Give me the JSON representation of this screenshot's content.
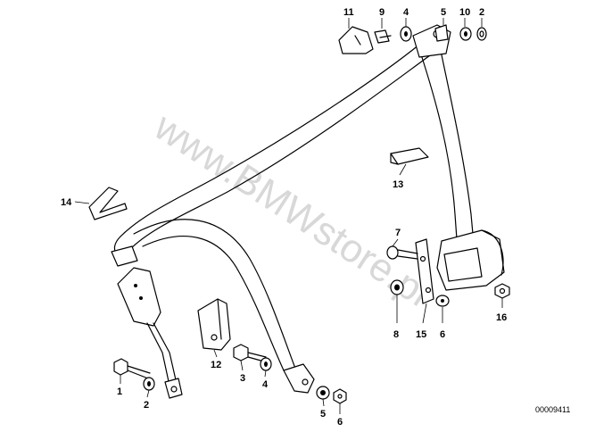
{
  "watermark": "www.BMWstore.pl",
  "reference_number": "00009411",
  "callouts": {
    "top_row": [
      "11",
      "9",
      "4",
      "5",
      "10",
      "2"
    ],
    "bottom_left": [
      "1",
      "2"
    ],
    "lower_middle": [
      "12",
      "3",
      "4"
    ],
    "lower_center": [
      "5",
      "6"
    ],
    "right_group": [
      "7",
      "8",
      "15",
      "6",
      "16"
    ],
    "misc": [
      "13",
      "14"
    ]
  }
}
